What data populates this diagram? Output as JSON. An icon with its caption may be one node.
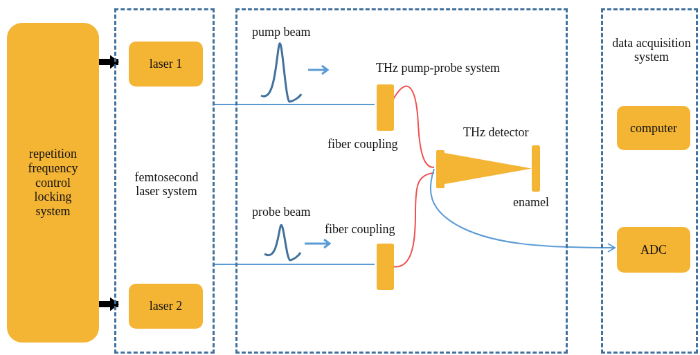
{
  "diagram": {
    "nodes": [
      {
        "text": [
          "repetition frequency control locking system"
        ]
      },
      {
        "text": [
          "femtosecond laser system"
        ]
      },
      {
        "text": [
          "laser 1"
        ],
        "in": 1
      },
      {
        "text": [
          "laser 2"
        ],
        "in": 1
      },
      {
        "text": [
          "THz pump-probe system"
        ]
      },
      {
        "text": [],
        "shape": "bar",
        "in": 4,
        "beside": [
          "fiber coupling"
        ]
      },
      {
        "text": [],
        "shape": "bar",
        "in": 4,
        "beside": [
          "fiber coupling"
        ]
      },
      {
        "text": [],
        "shape": "picture",
        "in": 4,
        "beside": [
          "THz detector"
        ]
      },
      {
        "text": [],
        "shape": "bar",
        "in": 4,
        "beside": [
          "enamel"
        ]
      },
      {
        "text": [
          "data acquisition system"
        ]
      },
      {
        "text": [
          "computer"
        ],
        "in": 9
      },
      {
        "text": [
          "ADC"
        ],
        "in": 9
      }
    ],
    "edges": [
      {
        "from": 0,
        "to": 2,
        "arrow": "to",
        "style": "thick",
        "color": "#000000"
      },
      {
        "from": 0,
        "to": 3,
        "arrow": "to",
        "style": "thick",
        "color": "#000000"
      },
      {
        "from": 1,
        "to": 5,
        "arrow": "none",
        "color": "#5b9bd5"
      },
      {
        "from": 1,
        "to": 6,
        "arrow": "none",
        "color": "#5b9bd5"
      },
      {
        "from": 5,
        "to": 7,
        "arrow": "none",
        "color": "#f0504f"
      },
      {
        "from": 6,
        "to": 7,
        "arrow": "none",
        "color": "#f0504f"
      },
      {
        "from": 7,
        "to": 11,
        "arrow": "to",
        "color": "#5b9bd5"
      }
    ],
    "labels": [
      "pump beam",
      "probe beam"
    ]
  }
}
